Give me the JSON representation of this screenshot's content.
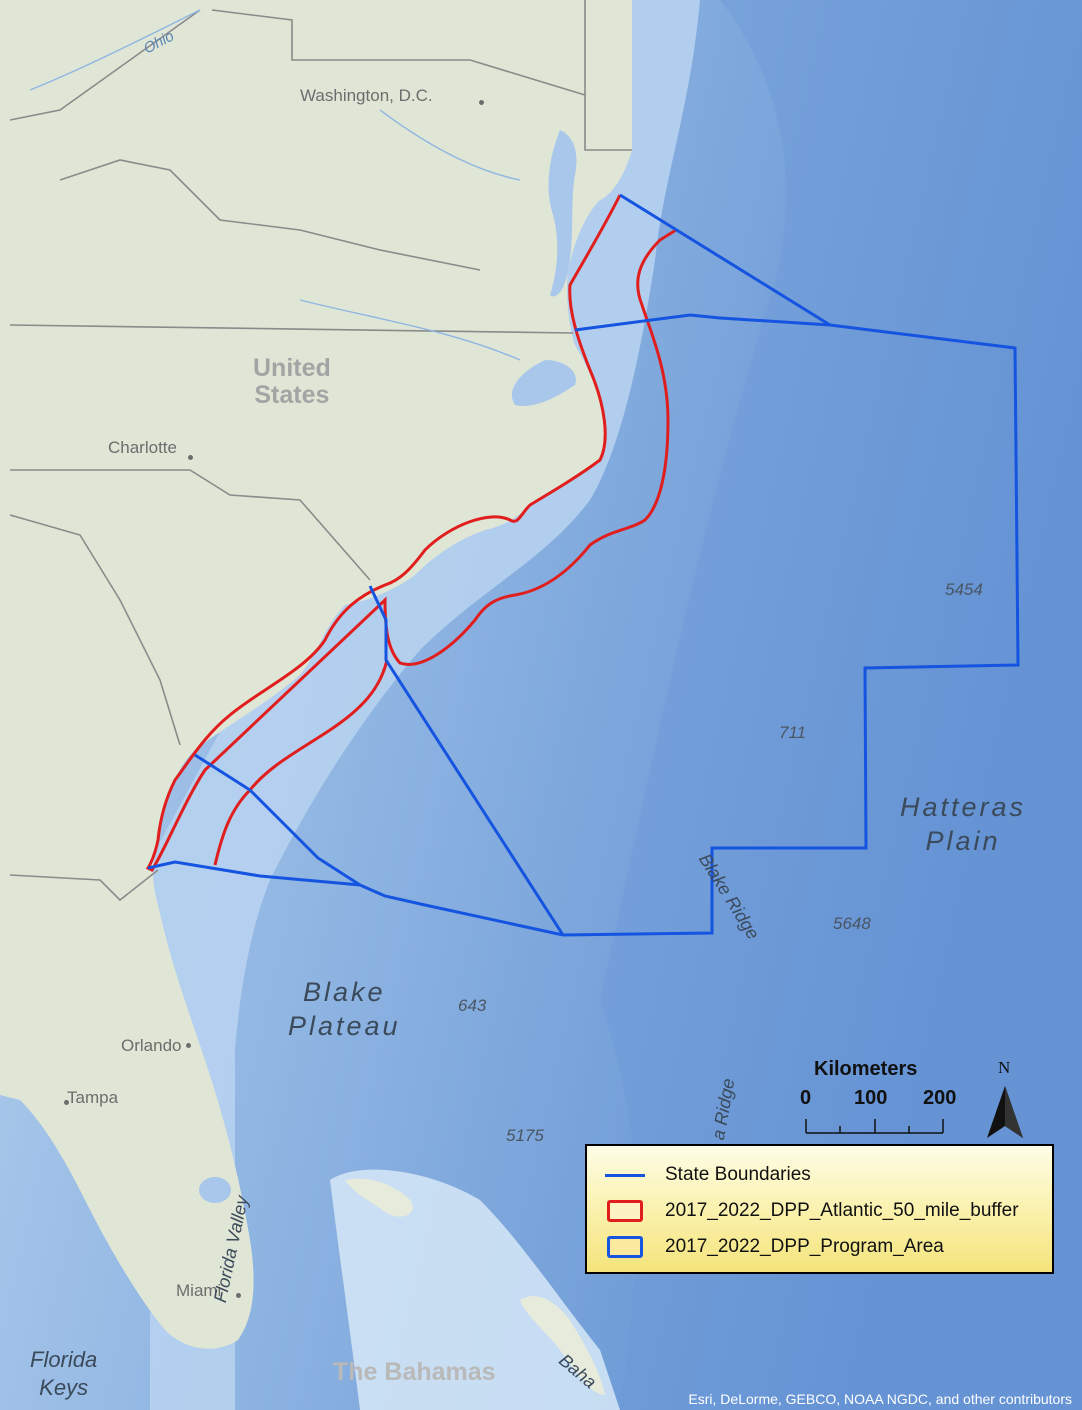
{
  "map": {
    "colors": {
      "land": "#dfe6d6",
      "ocean": "#a8c7ea",
      "deep_ocean": "#6f9bd6",
      "state_boundary": "#1554e0",
      "buffer_outline": "#e01e1e",
      "admin_border": "#8a8a8a",
      "legend_fill": "#fbf3b4"
    },
    "labels": {
      "ohio": "Ohio",
      "washington": "Washington, D.C.",
      "united_states_line1": "United",
      "united_states_line2": "States",
      "charlotte": "Charlotte",
      "orlando": "Orlando",
      "tampa": "Tampa",
      "miami": "Miami",
      "florida_keys_line1": "Florida",
      "florida_keys_line2": "Keys",
      "florida_valley": "Florida Valley",
      "the_bahamas": "The Bahamas",
      "bahamas_partial": "Baha",
      "blake_plateau_line1": "Blake",
      "blake_plateau_line2": "Plateau",
      "hatteras_line1": "Hatteras",
      "hatteras_line2": "Plain",
      "blake_ridge": "Blake Ridge",
      "ridge_partial": "a Ridge",
      "depth_5454": "5454",
      "depth_711": "711",
      "depth_5648": "5648",
      "depth_643": "643",
      "depth_5175": "5175"
    },
    "scale_bar": {
      "title": "Kilometers",
      "ticks": [
        "0",
        "100",
        "200"
      ]
    },
    "north_arrow": {
      "letter": "N",
      "icon": "north-arrow-icon"
    },
    "legend": {
      "items": [
        {
          "label": "State Boundaries",
          "symbol": "line",
          "color": "#1554e0"
        },
        {
          "label": "2017_2022_DPP_Atlantic_50_mile_buffer",
          "symbol": "box",
          "color": "#e01e1e"
        },
        {
          "label": "2017_2022_DPP_Program_Area",
          "symbol": "box",
          "color": "#1554e0"
        }
      ]
    },
    "credit": "Esri, DeLorme, GEBCO, NOAA NGDC, and other contributors"
  }
}
